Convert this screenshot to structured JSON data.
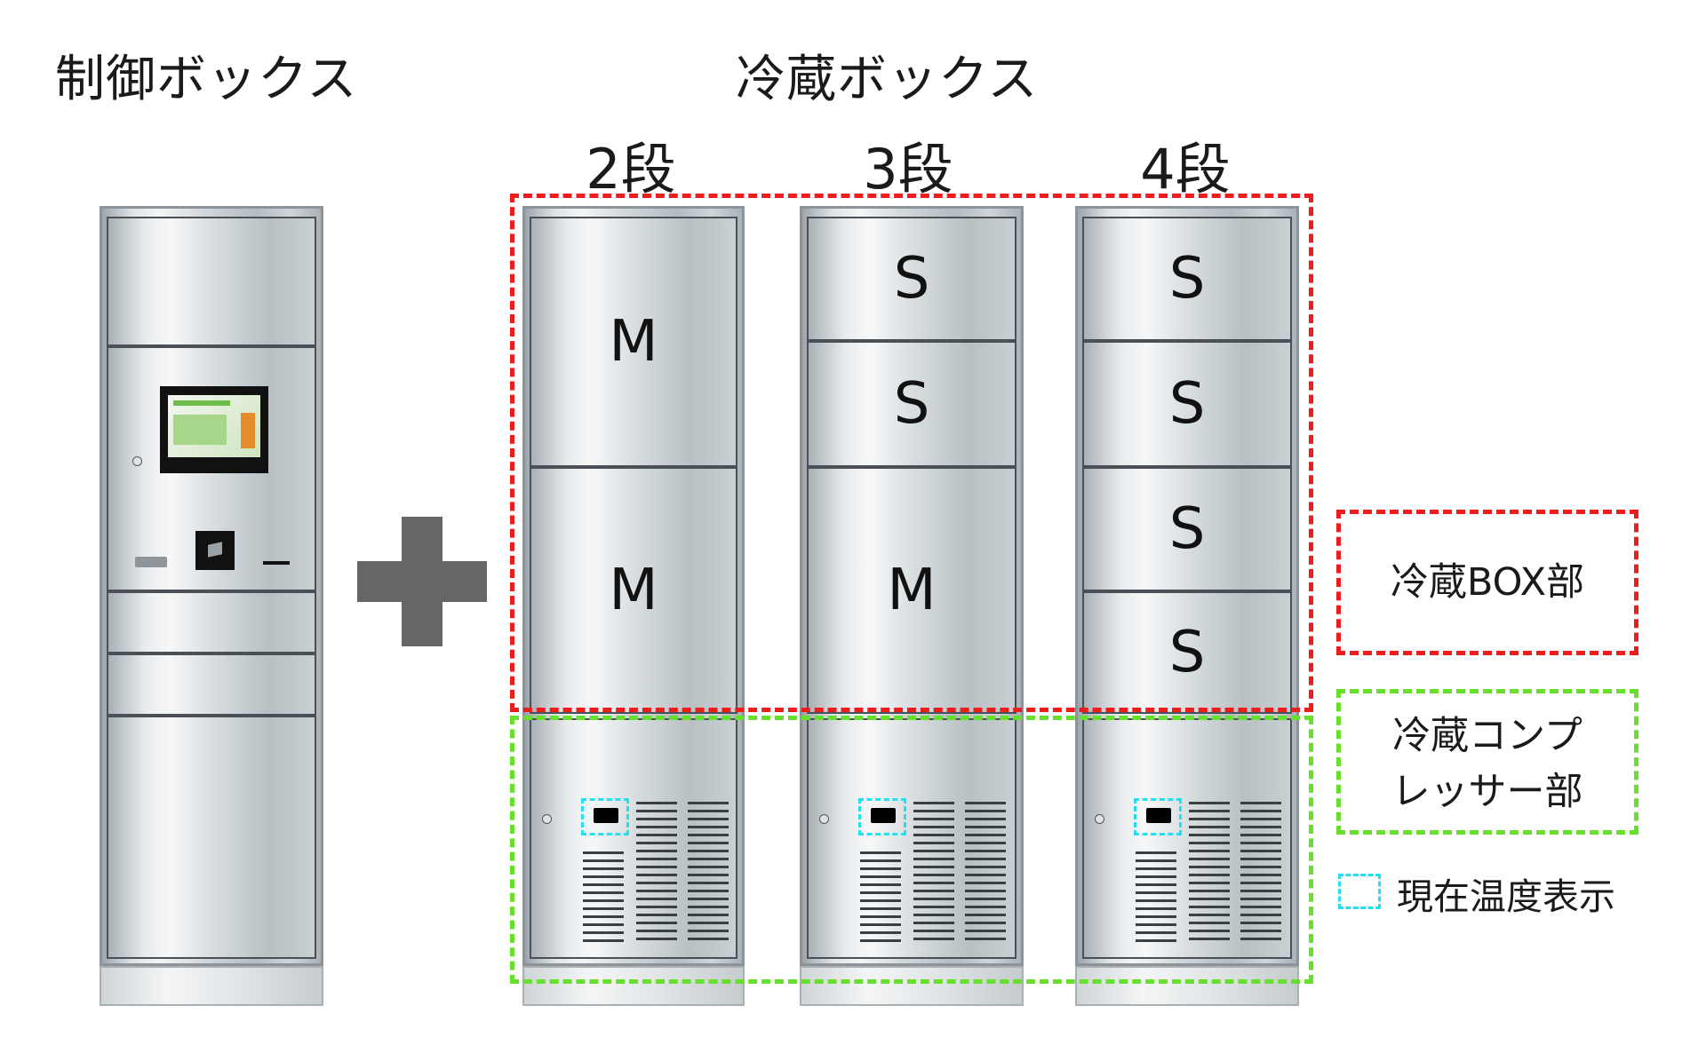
{
  "headings": {
    "control_box": "制御ボックス",
    "fridge_box": "冷蔵ボックス"
  },
  "columns": [
    {
      "title": "2段",
      "drawers": [
        "M",
        "M"
      ]
    },
    {
      "title": "3段",
      "drawers": [
        "S",
        "S",
        "M"
      ]
    },
    {
      "title": "4段",
      "drawers": [
        "S",
        "S",
        "S",
        "S"
      ]
    }
  ],
  "legend": {
    "box_section": "冷蔵BOX部",
    "compressor_line1": "冷蔵コンプ",
    "compressor_line2": "レッサー部",
    "temp_display": "現在温度表示"
  },
  "colors": {
    "box_section_border": "#ee1c1c",
    "compressor_border": "#66e02a",
    "temp_display_border": "#23dff0",
    "plus_sign": "#666666"
  },
  "icons": [
    "plus-icon",
    "touchscreen-icon",
    "package-icon",
    "keyhole-icon",
    "vent-icon"
  ]
}
